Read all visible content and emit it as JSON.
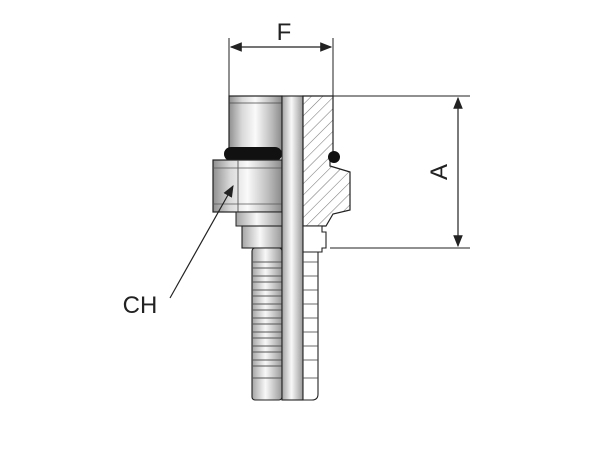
{
  "drawing": {
    "dimension_f_label": "F",
    "dimension_a_label": "A",
    "hex_callout_label": "CH"
  },
  "colors": {
    "line": "#222222",
    "hatch": "#7a7a7a",
    "oring": "#111111",
    "metal_light": "#f2f2f2",
    "metal_mid": "#c8c8c8",
    "metal_dark": "#8c8c8c"
  }
}
